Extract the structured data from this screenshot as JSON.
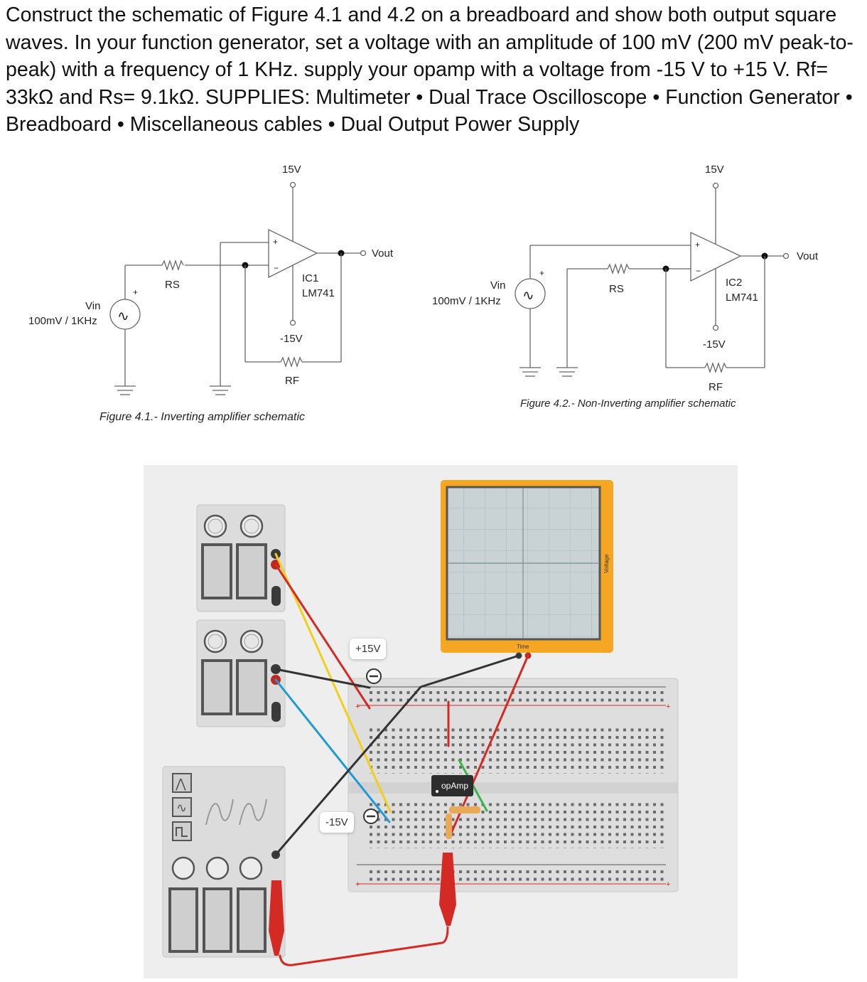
{
  "instructions": "Construct the schematic of Figure 4.1 and 4.2 on a breadboard and show both output square waves. In your function generator, set a voltage with an amplitude of 100 mV (200 mV peak-to-peak) with a frequency of 1 KHz.  supply your opamp with a voltage from -15 V to +15 V. Rf= 33kΩ and Rs= 9.1kΩ. SUPPLIES: Multimeter • Dual Trace Oscilloscope • Function Generator • Breadboard • Miscellaneous cables • Dual Output Power Supply",
  "figure1": {
    "supply_pos": "15V",
    "supply_neg": "-15V",
    "output": "Vout",
    "ic_name": "IC1",
    "ic_part": "LM741",
    "rs": "RS",
    "rf": "RF",
    "source_name": "Vin",
    "source_value": "100mV / 1KHz",
    "caption": "Figure 4.1.- Inverting amplifier schematic"
  },
  "figure2": {
    "supply_pos": "15V",
    "supply_neg": "-15V",
    "output": "Vout",
    "ic_name": "IC2",
    "ic_part": "LM741",
    "rs": "RS",
    "rf": "RF",
    "source_name": "Vin",
    "source_value": "100mV / 1KHz",
    "caption": "Figure 4.2.- Non-Inverting amplifier schematic"
  },
  "sim": {
    "scope_y_label": "Voltage",
    "scope_x_label": "Time",
    "chip_label": "opAmp",
    "tag_pos": "+15V",
    "tag_neg": "-15V",
    "wire_colors": {
      "red": "#d42a24",
      "yellow": "#f2cf1a",
      "black": "#333333",
      "blue": "#1e9ad6",
      "green": "#3bb54a"
    },
    "scope_color": "#f5a623"
  }
}
